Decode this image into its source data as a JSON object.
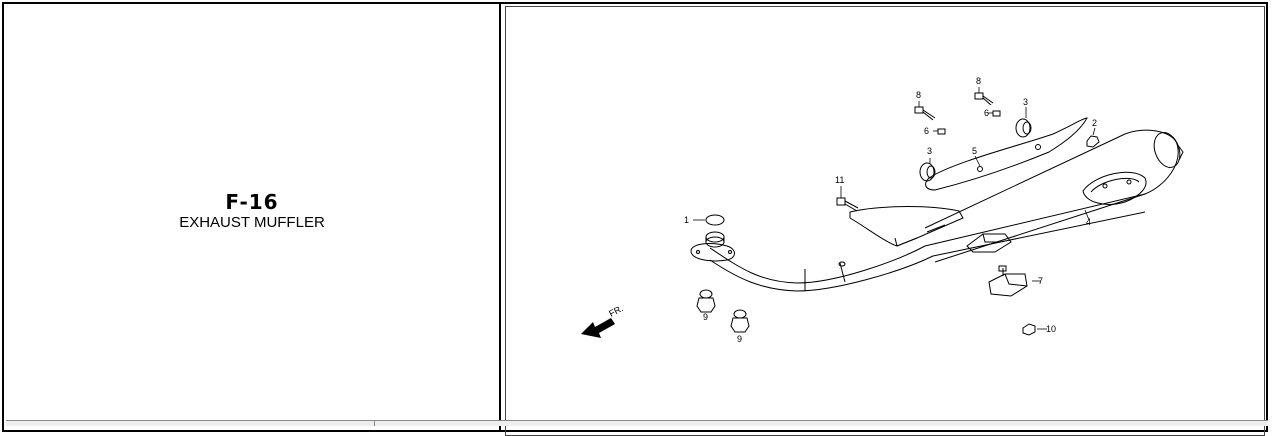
{
  "section": {
    "code": "F-16",
    "name": "EXHAUST MUFFLER"
  },
  "diagram": {
    "direction_label": "FR.",
    "callouts": [
      {
        "id": "c1",
        "label": "1"
      },
      {
        "id": "c2",
        "label": "2"
      },
      {
        "id": "c3a",
        "label": "3"
      },
      {
        "id": "c3b",
        "label": "3"
      },
      {
        "id": "c4",
        "label": "4"
      },
      {
        "id": "c5",
        "label": "5"
      },
      {
        "id": "c6a",
        "label": "6"
      },
      {
        "id": "c6b",
        "label": "6"
      },
      {
        "id": "c7",
        "label": "7"
      },
      {
        "id": "c8a",
        "label": "8"
      },
      {
        "id": "c8b",
        "label": "8"
      },
      {
        "id": "c9a",
        "label": "9"
      },
      {
        "id": "c9b",
        "label": "9"
      },
      {
        "id": "c10",
        "label": "10"
      },
      {
        "id": "c11",
        "label": "11"
      }
    ]
  }
}
